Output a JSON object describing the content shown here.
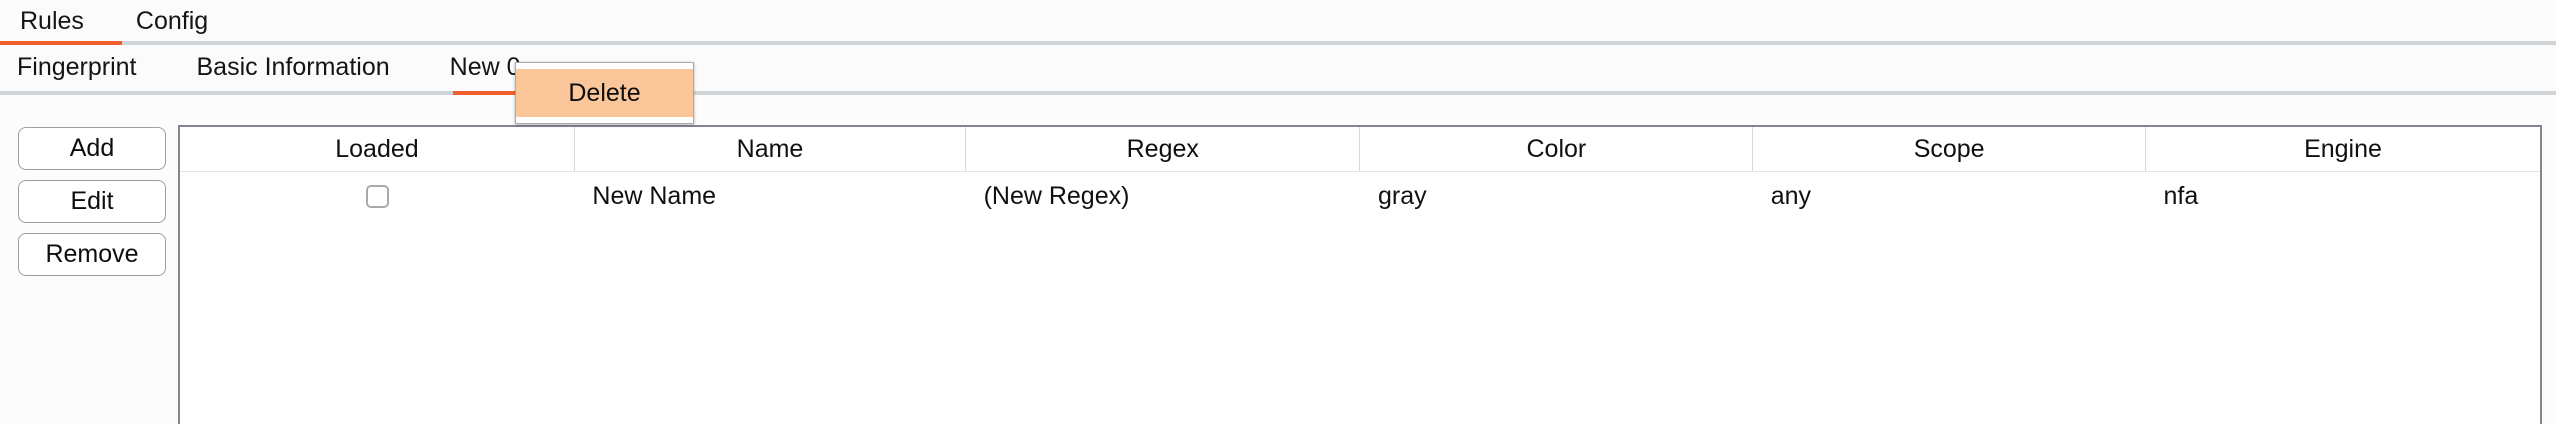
{
  "top_tabs": {
    "items": [
      {
        "label": "Rules",
        "active": true
      },
      {
        "label": "Config",
        "active": false
      }
    ],
    "active_underline_color": "#ed5f2c",
    "track_color": "#d2d5d7"
  },
  "sub_tabs": {
    "items": [
      {
        "label": "Fingerprint",
        "active": false
      },
      {
        "label": "Basic Information",
        "active": false
      },
      {
        "label": "New 0",
        "active": true
      }
    ],
    "active_underline_color": "#ed5f2c",
    "track_color": "#d2d5d7"
  },
  "context_menu": {
    "visible": true,
    "highlight_color": "#fbc79a",
    "items": [
      {
        "label": "Delete",
        "highlighted": true
      }
    ]
  },
  "side_buttons": [
    {
      "label": "Add"
    },
    {
      "label": "Edit"
    },
    {
      "label": "Remove"
    }
  ],
  "table": {
    "columns": [
      "Loaded",
      "Name",
      "Regex",
      "Color",
      "Scope",
      "Engine"
    ],
    "rows": [
      {
        "loaded_checked": false,
        "name": "New Name",
        "regex": "(New Regex)",
        "color": "gray",
        "scope": "any",
        "engine": "nfa"
      }
    ]
  }
}
